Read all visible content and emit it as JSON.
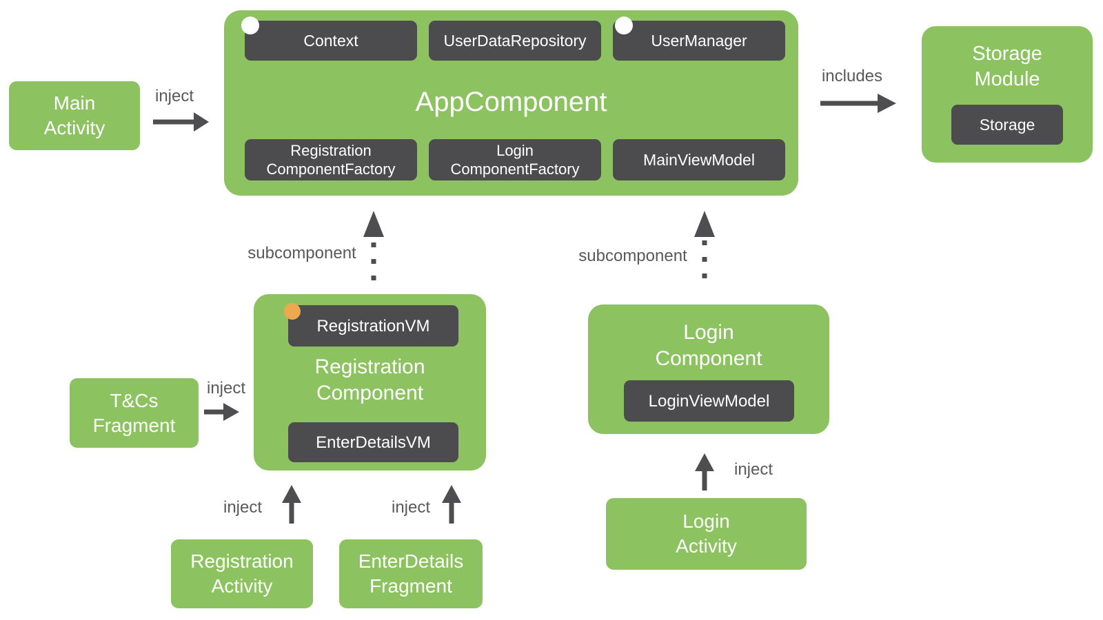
{
  "colors": {
    "green": "#8CC25F",
    "dark": "#4C4C4E",
    "arrow": "#4E4E50",
    "label": "#58595B",
    "orange": "#F0A850",
    "white": "#FFFFFF"
  },
  "app_component": {
    "title": "AppComponent",
    "top_items": [
      "Context",
      "UserDataRepository",
      "UserManager"
    ],
    "bottom_items": [
      [
        "Registration",
        "ComponentFactory"
      ],
      [
        "Login",
        "ComponentFactory"
      ],
      [
        "MainViewModel"
      ]
    ]
  },
  "storage_module": {
    "lines": [
      "Storage",
      "Module"
    ],
    "inner": "Storage"
  },
  "registration_component": {
    "lines": [
      "Registration",
      "Component"
    ],
    "vm_top": "RegistrationVM",
    "vm_bottom": "EnterDetailsVM"
  },
  "login_component": {
    "lines": [
      "Login",
      "Component"
    ],
    "vm": "LoginViewModel"
  },
  "main_activity": {
    "lines": [
      "Main",
      "Activity"
    ]
  },
  "tcs_fragment": {
    "lines": [
      "T&Cs",
      "Fragment"
    ]
  },
  "registration_activity": {
    "lines": [
      "Registration",
      "Activity"
    ]
  },
  "enterdetails_fragment": {
    "lines": [
      "EnterDetails",
      "Fragment"
    ]
  },
  "login_activity": {
    "lines": [
      "Login",
      "Activity"
    ]
  },
  "labels": {
    "inject": "inject",
    "includes": "includes",
    "subcomponent": "subcomponent"
  },
  "edges": [
    {
      "from": "MainActivity",
      "to": "AppComponent",
      "label": "inject",
      "style": "solid"
    },
    {
      "from": "AppComponent",
      "to": "StorageModule",
      "label": "includes",
      "style": "solid"
    },
    {
      "from": "RegistrationComponent",
      "to": "AppComponent",
      "label": "subcomponent",
      "style": "dotted"
    },
    {
      "from": "LoginComponent",
      "to": "AppComponent",
      "label": "subcomponent",
      "style": "dotted"
    },
    {
      "from": "TCsFragment",
      "to": "RegistrationComponent",
      "label": "inject",
      "style": "solid"
    },
    {
      "from": "RegistrationActivity",
      "to": "RegistrationComponent",
      "label": "inject",
      "style": "solid"
    },
    {
      "from": "EnterDetailsFragment",
      "to": "RegistrationComponent",
      "label": "inject",
      "style": "solid"
    },
    {
      "from": "LoginActivity",
      "to": "LoginComponent",
      "label": "inject",
      "style": "solid"
    }
  ]
}
